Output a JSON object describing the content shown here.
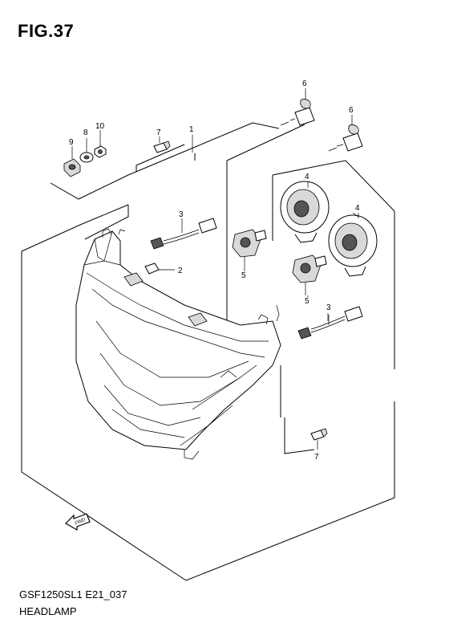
{
  "figure": {
    "title": "FIG.37"
  },
  "footer": {
    "code": "GSF1250SL1 E21_037",
    "name": "HEADLAMP"
  },
  "callouts": {
    "c1": "1",
    "c2": "2",
    "c3a": "3",
    "c3b": "3",
    "c4a": "4",
    "c4b": "4",
    "c5a": "5",
    "c5b": "5",
    "c6a": "6",
    "c6b": "6",
    "c7a": "7",
    "c7b": "7",
    "c8": "8",
    "c9": "9",
    "c10": "10"
  },
  "fwd_marker": {
    "label": "FWD",
    "icon": "fwd-arrow-icon"
  }
}
